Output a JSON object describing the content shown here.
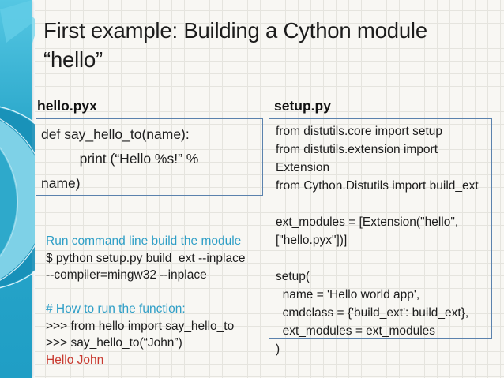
{
  "slide": {
    "title": "First example: Building a Cython module “hello”",
    "files": {
      "left": {
        "name": "hello.pyx",
        "lines": [
          "def say_hello_to(name):",
          "          print (“Hello %s!” %",
          "name)"
        ]
      },
      "right": {
        "name": "setup.py",
        "lines": [
          "from distutils.core import setup",
          "from distutils.extension import Extension",
          "from Cython.Distutils import build_ext",
          "",
          "ext_modules = [Extension(\"hello\",",
          "[\"hello.pyx\"])]",
          "",
          "setup(",
          "  name = 'Hello world app',",
          "  cmdclass = {'build_ext': build_ext},",
          "  ext_modules = ext_modules",
          ")"
        ]
      }
    },
    "console": {
      "lines": [
        {
          "style": "comment",
          "text": "Run command line build the module"
        },
        {
          "style": "code",
          "text": "$ python setup.py build_ext --inplace"
        },
        {
          "style": "code",
          "text": "--compiler=mingw32 --inplace"
        },
        {
          "style": "blank",
          "text": ""
        },
        {
          "style": "comment",
          "text": "# How to run the function:"
        },
        {
          "style": "code",
          "text": ">>> from hello import say_hello_to"
        },
        {
          "style": "code",
          "text": ">>> say_hello_to(“John”)"
        },
        {
          "style": "output",
          "text": "Hello John"
        }
      ]
    },
    "colors": {
      "sidebar_teal": "#2BA7CB",
      "sidebar_teal_light": "#55C7E3",
      "sidebar_teal_dark": "#1F9EC5",
      "box_border": "#5B82AD",
      "comment_blue": "#2E9EC6",
      "output_red": "#C8392F",
      "title_black": "#1C1C1C",
      "paper_bg": "#F8F7F3",
      "grid_line": "#E5E4DE"
    }
  }
}
